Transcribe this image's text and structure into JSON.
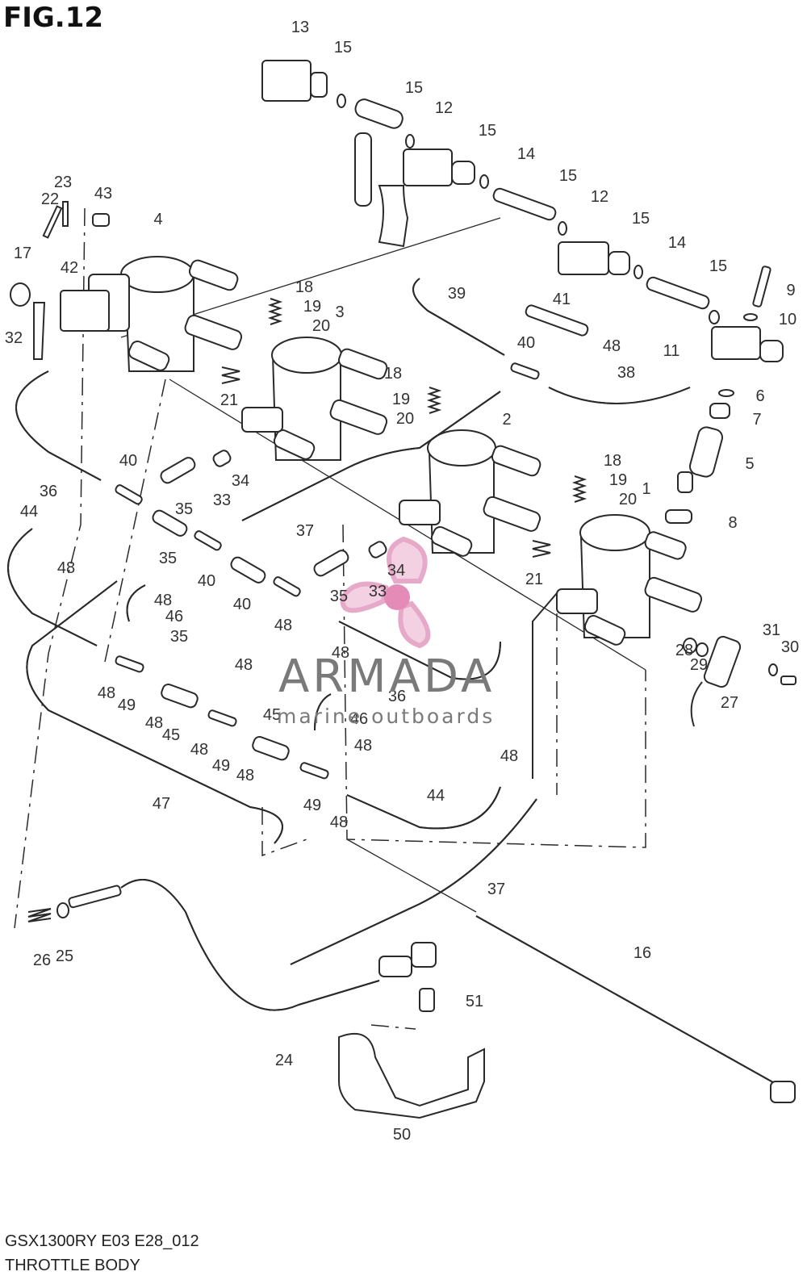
{
  "figure": {
    "title": "FIG.12",
    "model_code": "GSX1300RY E03 E28_012",
    "subtitle": "THROTTLE BODY"
  },
  "watermark": {
    "name": "ARMADA",
    "tagline": "marine outboards",
    "colors": {
      "logo": "#e7a9c8",
      "logo_center": "#e48bb8",
      "text": "#7a7a7a"
    }
  },
  "part_labels": [
    "13",
    "15",
    "15",
    "12",
    "15",
    "14",
    "15",
    "12",
    "15",
    "14",
    "15",
    "9",
    "10",
    "11",
    "6",
    "7",
    "5",
    "8",
    "23",
    "22",
    "43",
    "4",
    "17",
    "42",
    "32",
    "18",
    "19",
    "20",
    "3",
    "39",
    "41",
    "48",
    "40",
    "38",
    "21",
    "18",
    "19",
    "20",
    "2",
    "36",
    "40",
    "35",
    "33",
    "34",
    "37",
    "18",
    "19",
    "20",
    "1",
    "44",
    "48",
    "35",
    "40",
    "46",
    "48",
    "35",
    "40",
    "48",
    "35",
    "33",
    "34",
    "21",
    "31",
    "30",
    "28",
    "29",
    "27",
    "48",
    "49",
    "48",
    "45",
    "48",
    "49",
    "48",
    "45",
    "48",
    "46",
    "48",
    "36",
    "48",
    "48",
    "49",
    "48",
    "44",
    "47",
    "37",
    "26",
    "25",
    "24",
    "16",
    "51",
    "50"
  ]
}
